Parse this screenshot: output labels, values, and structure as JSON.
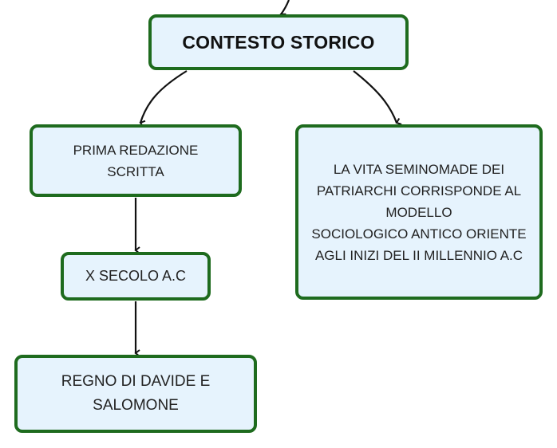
{
  "diagram": {
    "nodes": [
      {
        "id": "root",
        "label": "CONTESTO STORICO"
      },
      {
        "id": "prima",
        "label": "PRIMA REDAZIONE\nSCRITTA"
      },
      {
        "id": "vita",
        "label": "LA VITA SEMINOMADE DEI\nPATRIARCHI CORRISPONDE AL\nMODELLO\nSOCIOLOGICO ANTICO ORIENTE\nAGLI INIZI DEL II MILLENNIO A.C"
      },
      {
        "id": "secolo",
        "label": "X SECOLO A.C"
      },
      {
        "id": "regno",
        "label": "REGNO DI DAVIDE E\nSALOMONE"
      }
    ],
    "edges": [
      {
        "from": "parent",
        "to": "root"
      },
      {
        "from": "root",
        "to": "prima"
      },
      {
        "from": "root",
        "to": "vita"
      },
      {
        "from": "prima",
        "to": "secolo"
      },
      {
        "from": "secolo",
        "to": "regno"
      }
    ],
    "colors": {
      "node_fill": "#e6f3fd",
      "node_border": "#1e6b1e",
      "connector": "#111111",
      "text": "#222222"
    }
  }
}
